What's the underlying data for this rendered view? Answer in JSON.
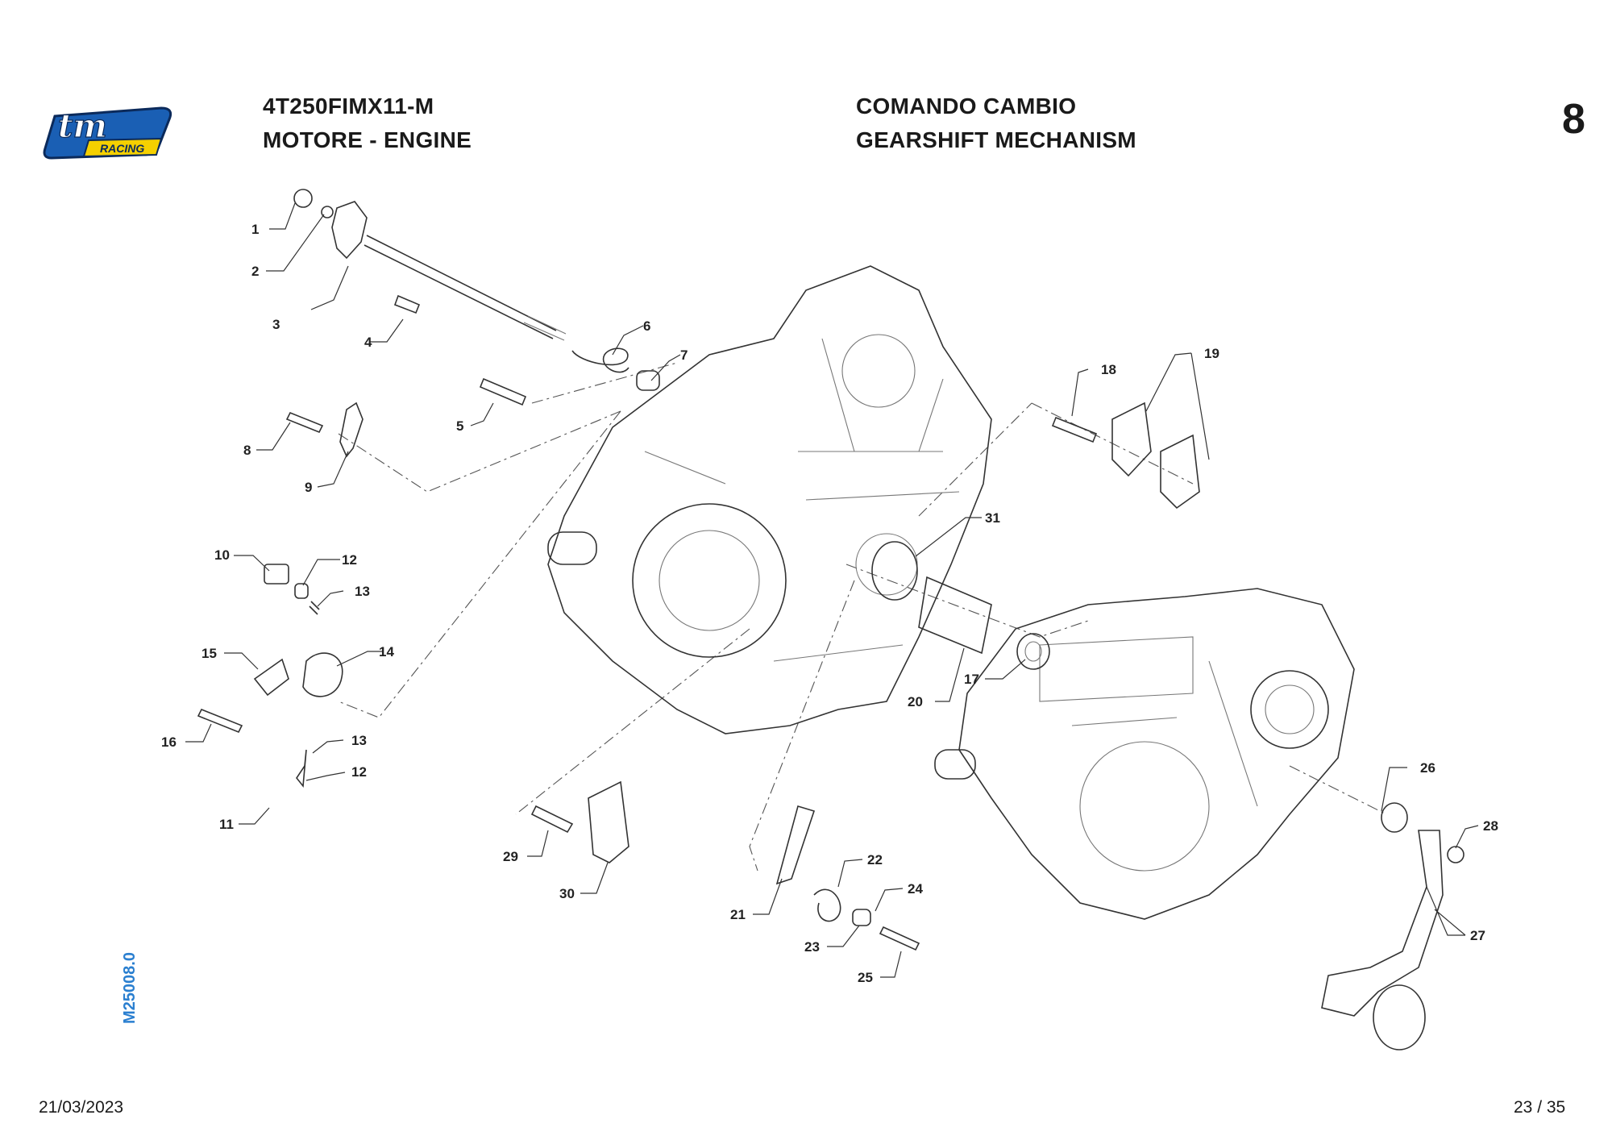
{
  "header": {
    "model_code": "4T250FIMX11-M",
    "group": "MOTORE - ENGINE",
    "title_it": "COMANDO CAMBIO",
    "title_en": "GEARSHIFT MECHANISM",
    "table_number": "8"
  },
  "logo": {
    "text": "tm",
    "sub_text": "RACING",
    "colors": [
      "#1a5fb4",
      "#f5d000",
      "#0b2a5b"
    ]
  },
  "drawing_code": "M25008.0",
  "footer": {
    "date": "21/03/2023",
    "page": "23 / 35"
  },
  "callouts": [
    "1",
    "2",
    "3",
    "4",
    "5",
    "6",
    "7",
    "8",
    "9",
    "10",
    "12",
    "13",
    "15",
    "14",
    "16",
    "13",
    "12",
    "11",
    "18",
    "19",
    "31",
    "17",
    "20",
    "26",
    "28",
    "27",
    "29",
    "30",
    "21",
    "22",
    "24",
    "23",
    "25"
  ]
}
